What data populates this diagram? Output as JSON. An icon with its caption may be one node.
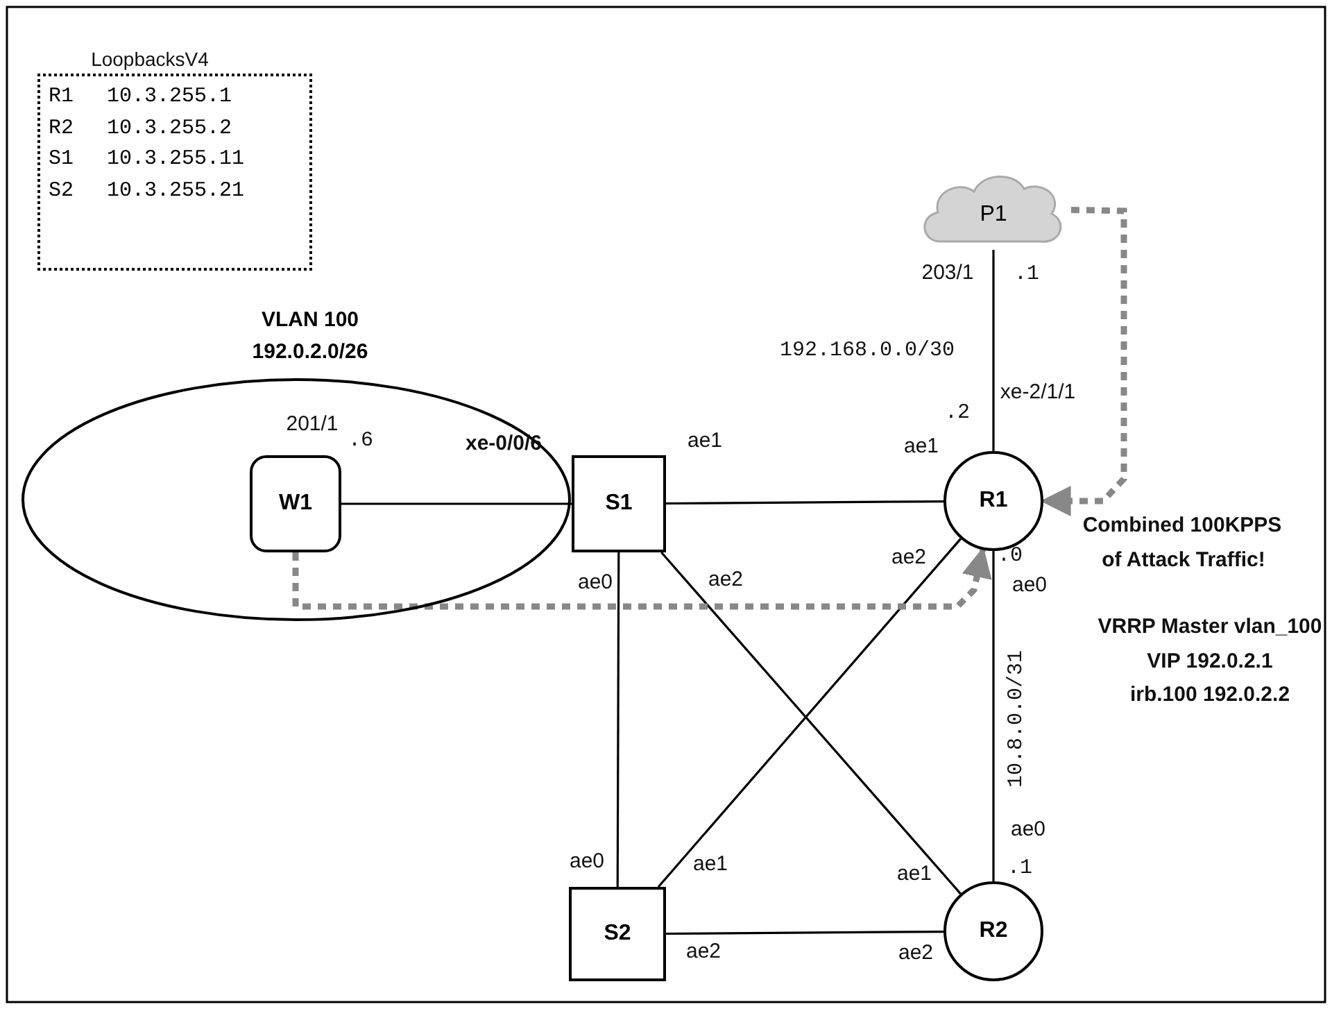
{
  "diagram": {
    "nodes": [
      {
        "text": [
          "LoopbacksV4",
          "R1",
          "10.3.255.1",
          "R2",
          "10.3.255.2",
          "S1",
          "10.3.255.11",
          "S2",
          "10.3.255.21"
        ]
      },
      {
        "text": [
          "VLAN 100 192.0.2.0/26"
        ]
      },
      {
        "text": [
          "W1"
        ],
        "in": 1
      },
      {
        "text": [
          "S1"
        ]
      },
      {
        "text": [
          "P1"
        ]
      },
      {
        "text": [
          "R1"
        ]
      },
      {
        "text": [
          "S2"
        ]
      },
      {
        "text": [
          "R2"
        ]
      }
    ],
    "edges": [
      {
        "from": 2,
        "to": 3,
        "arrow": "none"
      },
      {
        "from": 3,
        "to": 5,
        "arrow": "none"
      },
      {
        "from": 4,
        "to": 5,
        "arrow": "none",
        "label": "192.168.0.0/30"
      },
      {
        "from": 3,
        "to": 6,
        "arrow": "none"
      },
      {
        "from": 3,
        "to": 7,
        "arrow": "none"
      },
      {
        "from": 6,
        "to": 5,
        "arrow": "none"
      },
      {
        "from": 5,
        "to": 7,
        "arrow": "none",
        "label": "10.8.0.0/31"
      },
      {
        "from": 6,
        "to": 7,
        "arrow": "none"
      },
      {
        "from": 4,
        "to": 5,
        "arrow": "to",
        "style": "dashed",
        "color": "#888888"
      },
      {
        "from": 2,
        "to": 5,
        "arrow": "to",
        "style": "dashed",
        "color": "#888888"
      }
    ],
    "labels": [
      "201/1",
      ".6",
      "xe-0/0/6",
      "ae1",
      "ae1",
      ".2",
      "203/1",
      ".1",
      "xe-2/1/1",
      "ae0",
      "ae2",
      "ae2",
      ".0",
      "ae0",
      "Combined 100KPPS",
      "of Attack Traffic!",
      "VRRP Master vlan_100",
      "VIP 192.0.2.1",
      "irb.100 192.0.2.2",
      "ae0",
      "ae1",
      "ae0",
      ".1",
      "ae1",
      "ae2",
      "ae2"
    ]
  }
}
